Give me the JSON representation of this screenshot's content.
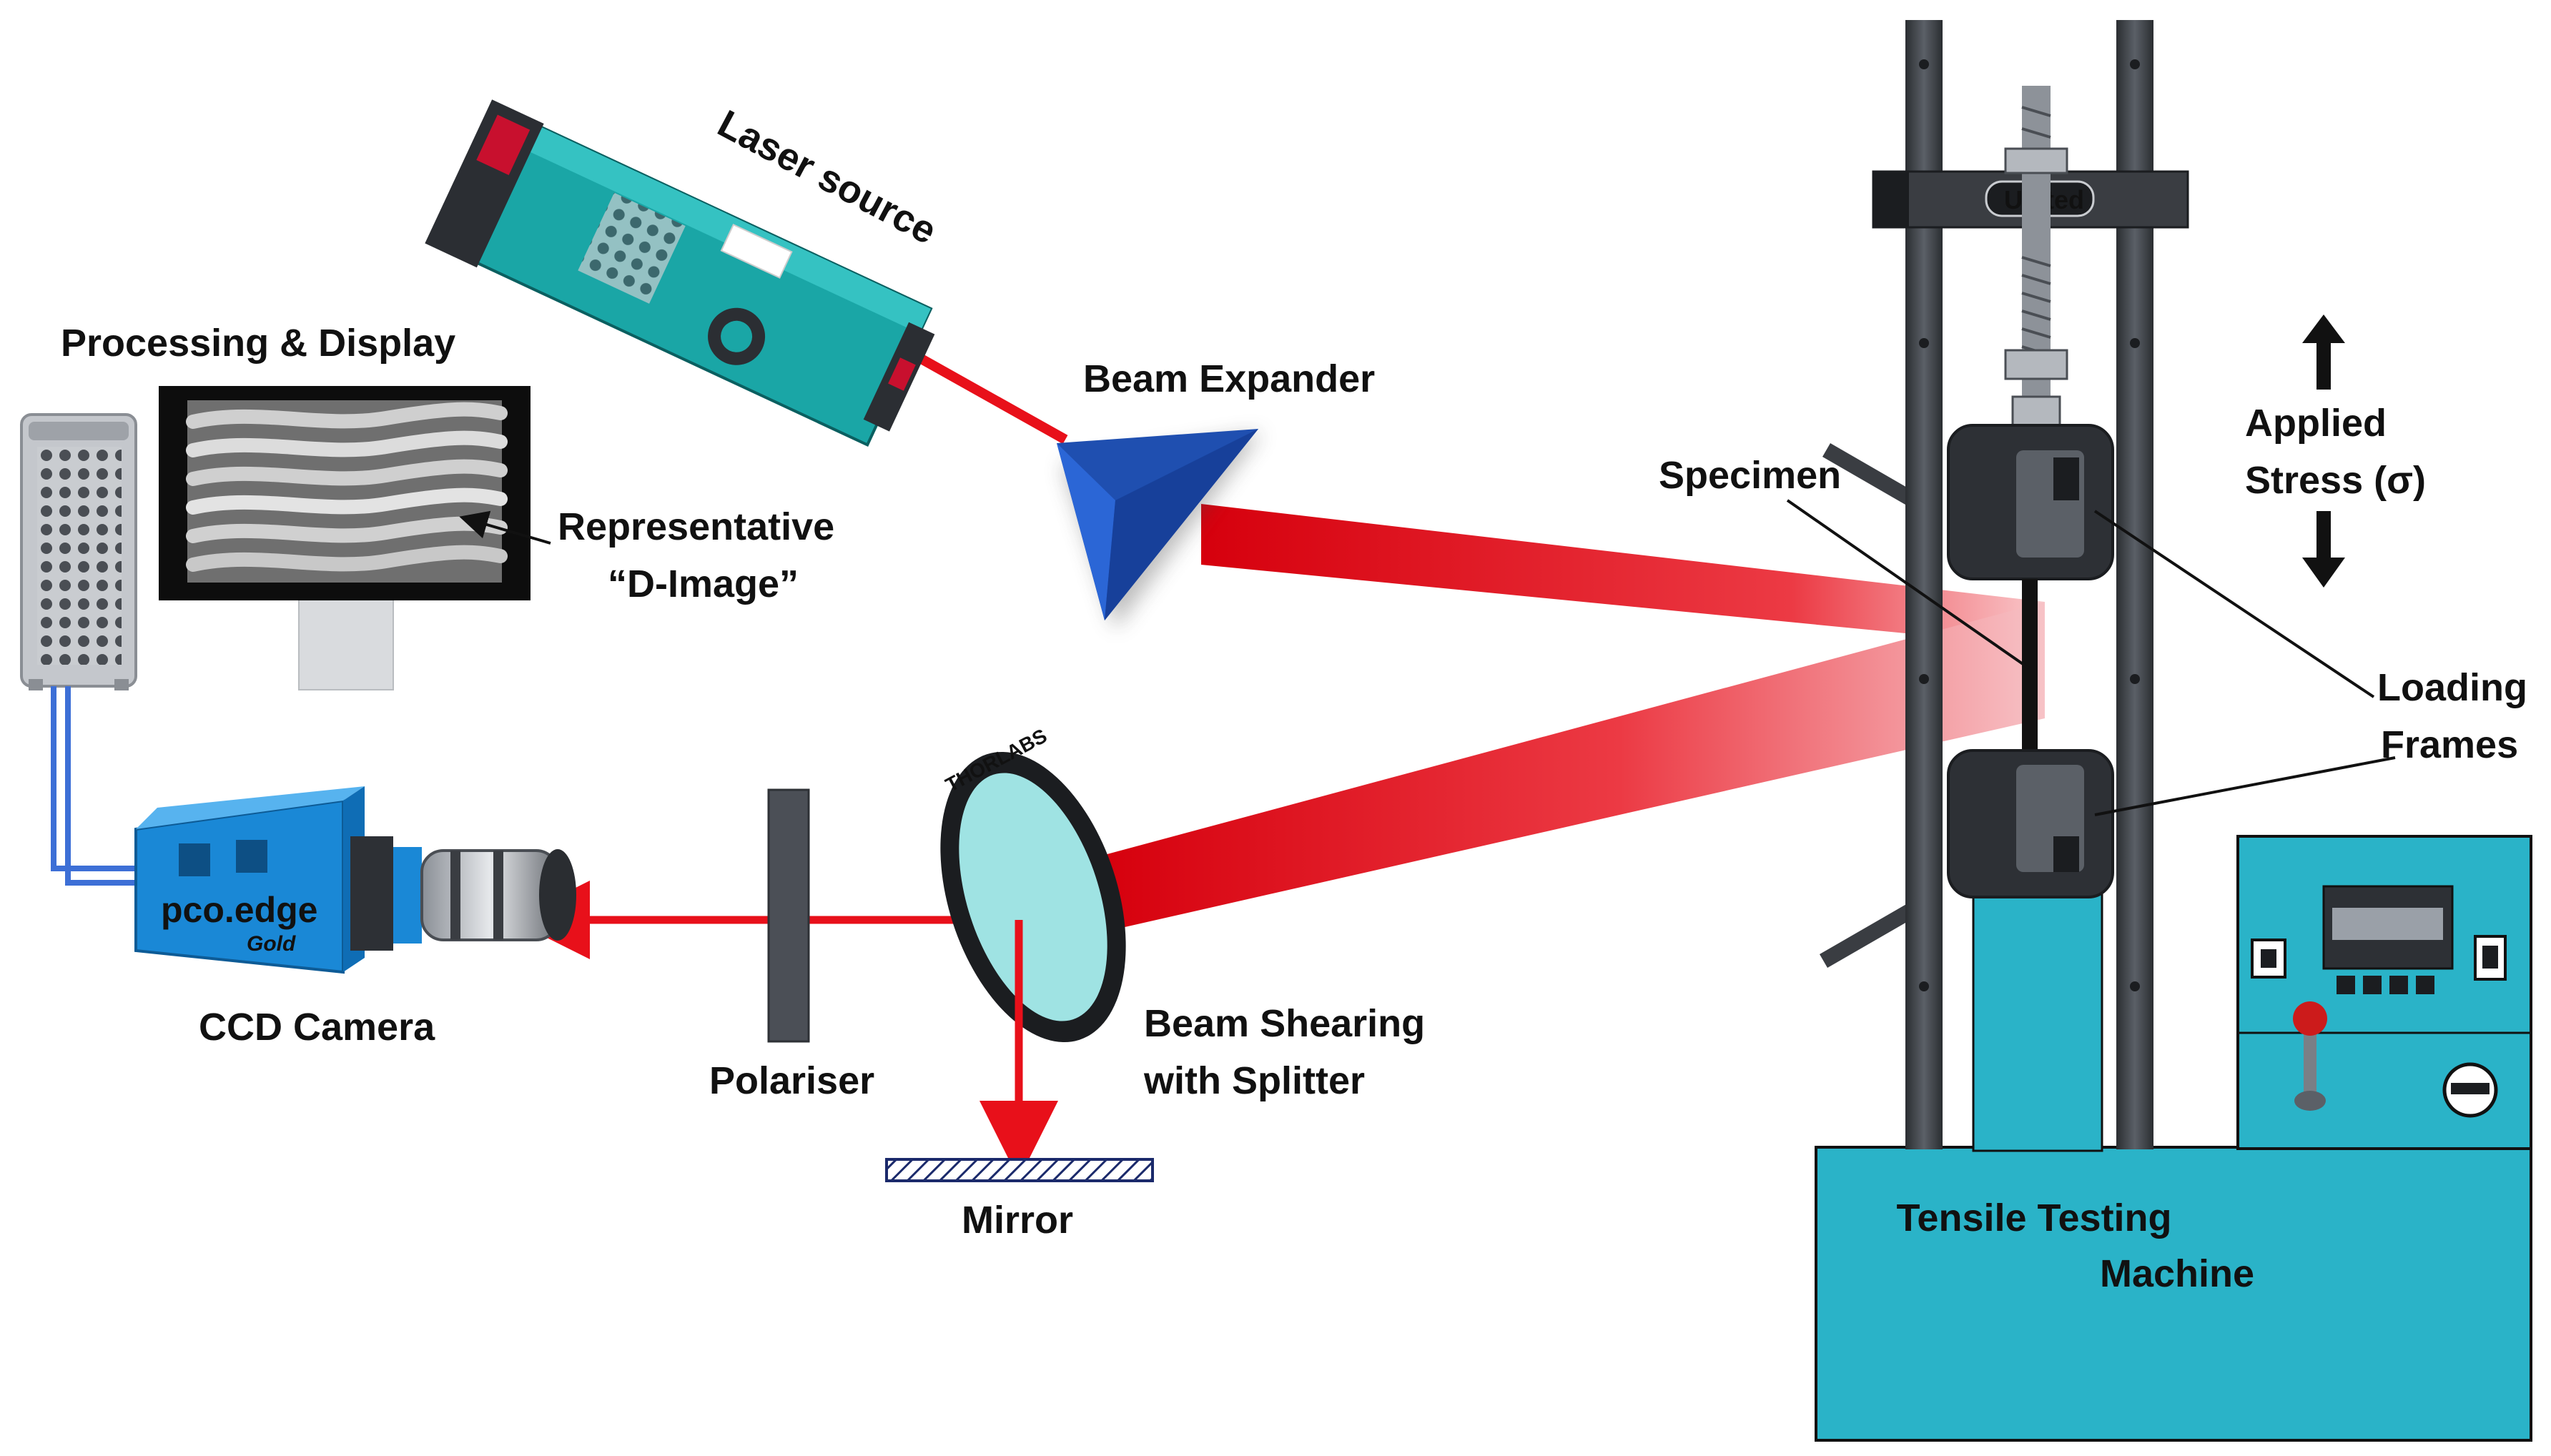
{
  "labels": {
    "laser_source": "Laser source",
    "beam_expander": "Beam Expander",
    "processing_display": "Processing & Display",
    "representative_line1": "Representative",
    "representative_line2": "“D-Image”",
    "specimen": "Specimen",
    "applied_stress_line1": "Applied",
    "applied_stress_line2": "Stress (σ)",
    "loading_frames_line1": "Loading",
    "loading_frames_line2": "Frames",
    "ccd_camera": "CCD Camera",
    "polariser": "Polariser",
    "beam_shearing_line1": "Beam Shearing",
    "beam_shearing_line2": "with Splitter",
    "mirror": "Mirror",
    "tensile_line1": "Tensile Testing",
    "tensile_line2": "Machine"
  },
  "device_text": {
    "united_badge": "United",
    "camera_brand": "pco.edge",
    "camera_model": "Gold",
    "filter_brand": "THORLABS"
  },
  "colors": {
    "laser_red": "#e8101a",
    "beam_expander_blue": "#1f4fb0",
    "laser_body_teal": "#1aa6a6",
    "camera_blue": "#1a88d6",
    "filter_cyan": "#9fe3e3",
    "machine_teal": "#2ab3c8",
    "frame_dark": "#3a3d42"
  },
  "icons": {
    "stress_up": "arrow-up-icon",
    "stress_down": "arrow-down-icon"
  }
}
